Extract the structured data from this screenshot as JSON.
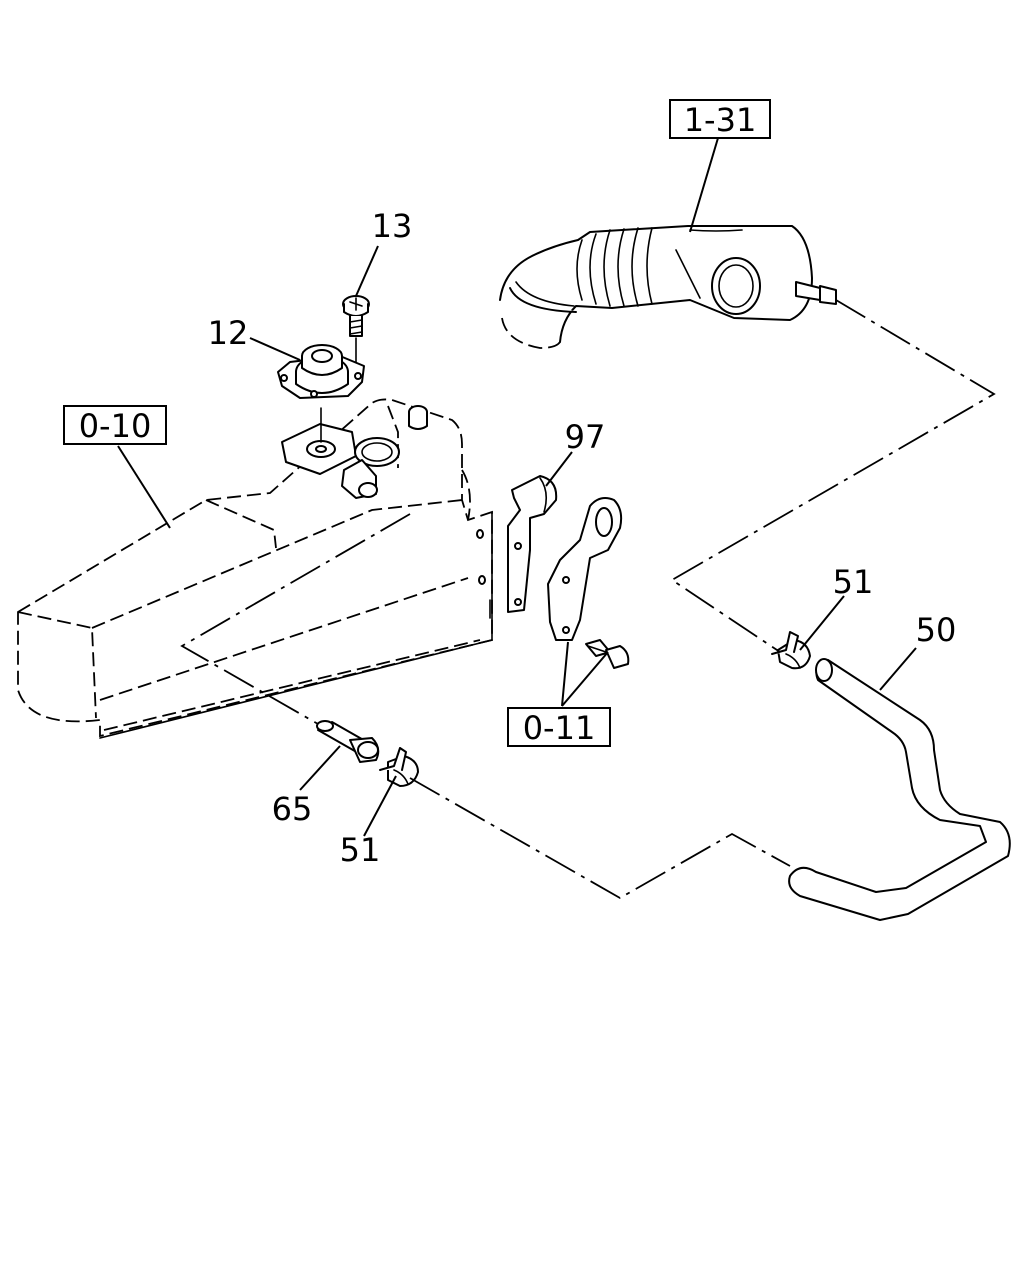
{
  "diagram": {
    "reference_boxes": {
      "air_duct": "1-31",
      "head_cover": "0-10",
      "bracket": "0-11"
    },
    "callouts": {
      "screw": "13",
      "breather_cover": "12",
      "bracket_97": "97",
      "clip_upper": "51",
      "hose": "50",
      "connector": "65",
      "clip_lower": "51"
    }
  }
}
